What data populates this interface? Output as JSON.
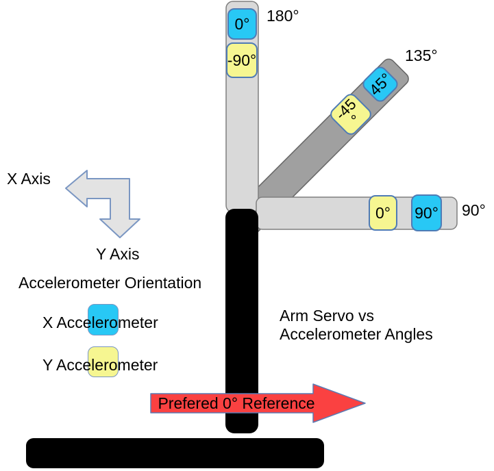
{
  "diagram": {
    "title": {
      "line1": "Arm Servo vs",
      "line2": "Accelerometer Angles"
    },
    "axes": {
      "x_label": "X Axis",
      "y_label": "Y Axis"
    },
    "legend": {
      "heading": "Accelerometer Orientation",
      "x_item": "X Accelerometer",
      "y_item": "Y Accelerometer"
    },
    "arms": {
      "vertical": {
        "servo_angle": "180°",
        "x_accel": "0°",
        "y_accel": "-90°"
      },
      "diagonal": {
        "servo_angle": "135°",
        "x_accel": "45°",
        "y_accel_line1": "-45",
        "y_accel_line2": "°"
      },
      "horizontal": {
        "servo_angle": "90°",
        "y_accel": "0°",
        "x_accel": "90°"
      }
    },
    "reference_arrow": {
      "label": "Prefered 0° Reference"
    },
    "colors": {
      "x_accelerometer": "#28c8f5",
      "y_accelerometer": "#f6f691",
      "arm_light": "#d9d9d9",
      "arm_dark": "#a0a0a0",
      "stand_black": "#000000",
      "reference_red": "#fa4141",
      "outline_blue": "#5b7bb4",
      "axis_arrow_gray": "#e3e3e3"
    }
  }
}
